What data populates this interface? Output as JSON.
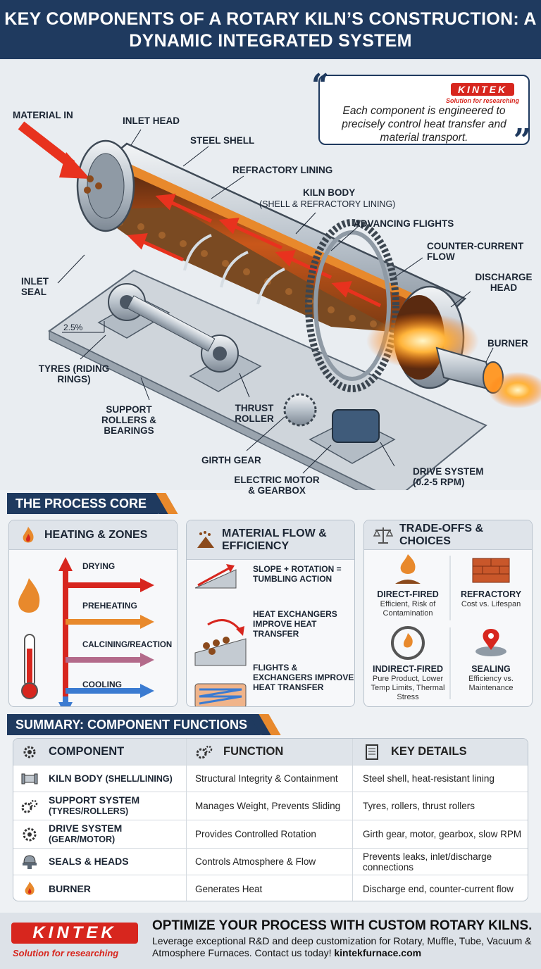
{
  "header": {
    "title": "KEY COMPONENTS OF A ROTARY KILN’S CONSTRUCTION: A DYNAMIC INTEGRATED SYSTEM"
  },
  "quote": {
    "text": "Each component is engineered to precisely control heat transfer and material transport.",
    "brand": "KINTEK",
    "tagline": "Solution for researching"
  },
  "diagram_labels": {
    "material_in": "MATERIAL IN",
    "inlet_head": "INLET HEAD",
    "steel_shell": "STEEL SHELL",
    "refractory_lining": "REFRACTORY LINING",
    "kiln_body": "KILN BODY",
    "kiln_body_sub": "(SHELL & REFRACTORY LINING)",
    "advancing_flights": "ADVANCING FLIGHTS",
    "counter_current_flow": "COUNTER-CURRENT FLOW",
    "discharge_head": "DISCHARGE HEAD",
    "burner": "BURNER",
    "inlet_seal": "INLET SEAL",
    "slope": "2.5%",
    "tyres": "TYRES (RIDING RINGS)",
    "support_rollers": "SUPPORT ROLLERS & BEARINGS",
    "thrust_roller": "THRUST ROLLER",
    "girth_gear": "GIRTH GEAR",
    "electric_motor": "ELECTRIC MOTOR & GEARBOX",
    "drive_system": "DRIVE SYSTEM (0.2-5 RPM)"
  },
  "process_core": {
    "section_title": "THE PROCESS CORE",
    "heating": {
      "title": "HEATING & ZONES",
      "zones": [
        "DRYING",
        "PREHEATING",
        "CALCINING/REACTION",
        "COOLING"
      ]
    },
    "material_flow": {
      "title": "MATERIAL FLOW & EFFICIENCY",
      "items": [
        "SLOPE + ROTATION = TUMBLING ACTION",
        "HEAT EXCHANGERS IMPROVE HEAT TRANSFER",
        "FLIGHTS & EXCHANGERS IMPROVE HEAT TRANSFER"
      ]
    },
    "tradeoffs": {
      "title": "TRADE-OFFS & CHOICES",
      "items": [
        {
          "name": "DIRECT-FIRED",
          "desc": "Efficient, Risk of Contamination"
        },
        {
          "name": "REFRACTORY",
          "desc": "Cost vs. Lifespan"
        },
        {
          "name": "INDIRECT-FIRED",
          "desc": "Pure Product, Lower Temp Limits, Thermal Stress"
        },
        {
          "name": "SEALING",
          "desc": "Efficiency vs. Maintenance"
        }
      ]
    }
  },
  "summary": {
    "section_title": "SUMMARY: COMPONENT FUNCTIONS",
    "headers": [
      "COMPONENT",
      "FUNCTION",
      "KEY DETAILS"
    ],
    "rows": [
      {
        "name": "KILN BODY",
        "sub": "(SHELL/LINING)",
        "function": "Structural Integrity & Containment",
        "details": "Steel shell, heat-resistant lining"
      },
      {
        "name": "SUPPORT SYSTEM",
        "sub": "(TYRES/ROLLERS)",
        "function": "Manages Weight, Prevents Sliding",
        "details": "Tyres, rollers, thrust rollers"
      },
      {
        "name": "DRIVE SYSTEM",
        "sub": "(GEAR/MOTOR)",
        "function": "Provides Controlled Rotation",
        "details": "Girth gear, motor, gearbox, slow RPM"
      },
      {
        "name": "SEALS & HEADS",
        "sub": "",
        "function": "Controls Atmosphere & Flow",
        "details": "Prevents leaks, inlet/discharge connections"
      },
      {
        "name": "BURNER",
        "sub": "",
        "function": "Generates Heat",
        "details": "Discharge end, counter-current flow"
      }
    ]
  },
  "footer": {
    "brand": "KINTEK",
    "tagline": "Solution for researching",
    "headline": "OPTIMIZE YOUR PROCESS WITH CUSTOM ROTARY KILNS.",
    "body": "Leverage exceptional R&D and deep customization for Rotary, Muffle, Tube, Vacuum & Atmosphere Furnaces. Contact us today!",
    "link": "kintekfurnace.com"
  },
  "colors": {
    "navy": "#1f3a5f",
    "accent_orange": "#e8892c",
    "brand_red": "#d7261e"
  }
}
